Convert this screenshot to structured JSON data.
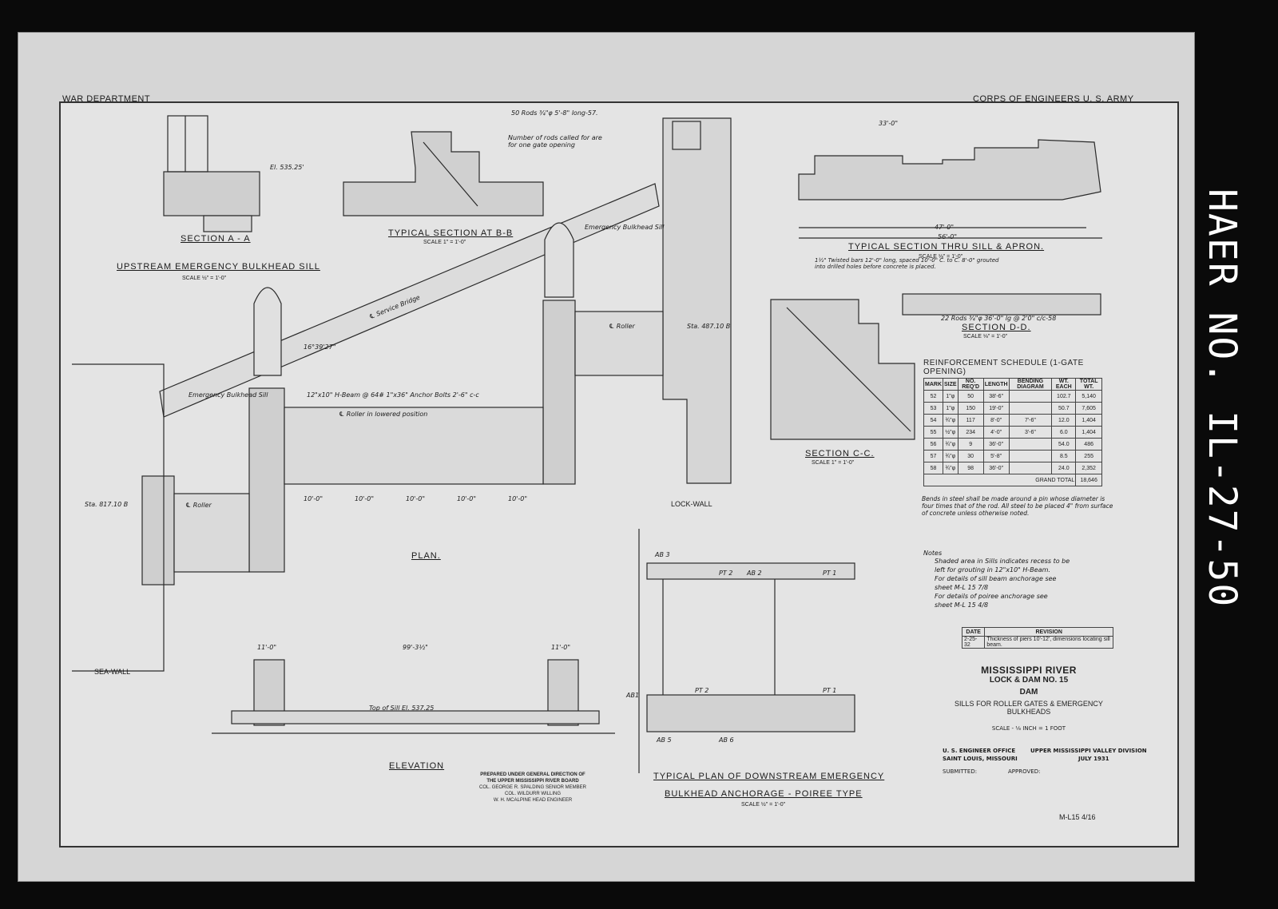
{
  "header": {
    "left": "WAR DEPARTMENT",
    "right": "CORPS OF ENGINEERS U. S. ARMY"
  },
  "side_id": "HAER NO. IL-27-50",
  "views": {
    "section_aa": {
      "title_1": "SECTION A - A",
      "title_2": "UPSTREAM EMERGENCY BULKHEAD SILL",
      "scale": "SCALE ½\" = 1'-0\""
    },
    "section_bb": {
      "title": "TYPICAL SECTION AT B-B",
      "scale": "SCALE 1\" = 1'-0\""
    },
    "section_sill": {
      "title": "TYPICAL SECTION THRU SILL & APRON.",
      "scale": "SCALE ⅛\" = 1'-0\""
    },
    "section_dd": {
      "title": "SECTION D-D.",
      "scale": "SCALE ⅛\" = 1'-0\""
    },
    "section_cc": {
      "title": "SECTION C-C.",
      "scale": "SCALE 1\" = 1'-0\""
    },
    "plan": {
      "title": "PLAN."
    },
    "elevation": {
      "title": "ELEVATION"
    },
    "downstream": {
      "title_1": "TYPICAL PLAN OF DOWNSTREAM EMERGENCY",
      "title_2": "BULKHEAD ANCHORAGE - POIREE TYPE",
      "scale": "SCALE ½\" = 1'-0\""
    }
  },
  "labels": {
    "lock_wall": "LOCK-WALL",
    "sea_wall": "SEA-WALL",
    "service_bridge": "℄ Service Bridge",
    "roller_lowered": "℄ Roller in lowered position",
    "h_beam": "12\"x10\" H-Beam @ 64# 1\"x36\" Anchor Bolts 2'-6\" c-c",
    "emergency_bulkhead_sill_1": "Emergency Bulkhead Sill",
    "emergency_bulkhead_sill_2": "Emergency Bulkhead Sill",
    "roller_1": "℄ Roller",
    "roller_2": "℄ Roller",
    "sta_left": "Sta. 817.10 B",
    "sta_right": "Sta. 487.10 B",
    "angle": "16°39'27\"",
    "top_of_sill": "Top of Sill El. 537.25",
    "elev_dim": "99'-3½\"",
    "elev_w1": "11'-0\"",
    "elev_w2": "11'-0\"",
    "ten_ft": "10'-0\"",
    "rods_note_bb": "50 Rods ¾\"φ 5'-8\" long-57.",
    "rods_called": "Number of rods called for are for one gate opening",
    "el_53525": "El. 535.25'",
    "twisted_bars": "1½\" Twisted bars 12'-0\" long, spaced 10'-0\" C. to C. 8'-0\" grouted into drilled holes before concrete is placed.",
    "rods_dd": "22 Rods ¾\"φ 36'-0\" lg @ 2'0\" c/c-58",
    "dim_330": "33'-0\"",
    "dim_470": "47'-0\"",
    "dim_560": "56'-0\"",
    "pt1": "PT 1",
    "pt2": "PT 2",
    "ab1": "AB1",
    "ab3": "AB 3",
    "ab2": "AB 2",
    "ab5": "AB 5",
    "ab6": "AB 6"
  },
  "reinforcement": {
    "title": "REINFORCEMENT SCHEDULE (1-GATE OPENING)",
    "columns": [
      "MARK",
      "SIZE",
      "NO. REQ'D",
      "LENGTH",
      "BENDING DIAGRAM",
      "WT. EACH",
      "TOTAL WT."
    ],
    "rows": [
      [
        "52",
        "1\"φ",
        "50",
        "38'-6\"",
        "",
        "102.7",
        "5,140"
      ],
      [
        "53",
        "1\"φ",
        "150",
        "19'-0\"",
        "",
        "50.7",
        "7,605"
      ],
      [
        "54",
        "¾\"φ",
        "117",
        "8'-0\"",
        "7'-6\"",
        "12.0",
        "1,404"
      ],
      [
        "55",
        "½\"φ",
        "234",
        "4'-0\"",
        "3'-6\"",
        "6.0",
        "1,404"
      ],
      [
        "56",
        "¾\"φ",
        "9",
        "36'-0\"",
        "",
        "54.0",
        "486"
      ],
      [
        "57",
        "¾\"φ",
        "30",
        "5'-8\"",
        "",
        "8.5",
        "255"
      ],
      [
        "58",
        "¾\"φ",
        "98",
        "36'-0\"",
        "",
        "24.0",
        "2,352"
      ]
    ],
    "grand_total_label": "GRAND TOTAL",
    "grand_total": "18,646"
  },
  "bend_note": "Bends in steel shall be made around a pin whose diameter is four times that of the rod. All steel to be placed 4\" from surface of concrete unless otherwise noted.",
  "notes": {
    "heading": "Notes",
    "lines": [
      "Shaded area in Sills indicates recess to be",
      "left for grouting in 12\"x10\" H-Beam.",
      "For details of sill beam anchorage see",
      "sheet M-L 15 7/8",
      "For details of poiree anchorage see",
      "sheet M-L 15 4/8"
    ]
  },
  "revision": {
    "columns": [
      "DATE",
      "REVISION"
    ],
    "rows": [
      [
        "2-25-32",
        "Thickness of piers 10'-12', dimensions locating sill beam."
      ]
    ]
  },
  "title_block": {
    "river": "MISSISSIPPI RIVER",
    "project": "LOCK & DAM NO. 15",
    "structure": "DAM",
    "subject_1": "SILLS FOR ROLLER GATES & EMERGENCY",
    "subject_2": "BULKHEADS",
    "scale": "SCALE - ⅛ INCH = 1 FOOT",
    "office_left_1": "U. S. ENGINEER OFFICE",
    "office_left_2": "SAINT LOUIS, MISSOURI",
    "office_right_1": "UPPER MISSISSIPPI VALLEY DIVISION",
    "office_right_2": "JULY 1931",
    "submitted": "SUBMITTED:",
    "approved": "APPROVED:"
  },
  "prepared": [
    "PREPARED UNDER GENERAL DIRECTION OF",
    "THE UPPER MISSISSIPPI RIVER BOARD",
    "COL. GEORGE R. SPALDING  SENIOR MEMBER",
    "COL. WILDURR WILLING",
    "W. H. MCALPINE  HEAD ENGINEER"
  ],
  "sheet_no": "M-L15 4/16",
  "colors": {
    "paper": "#e4e4e4",
    "ink": "#1a1a1a",
    "frame": "#0a0a0a"
  }
}
